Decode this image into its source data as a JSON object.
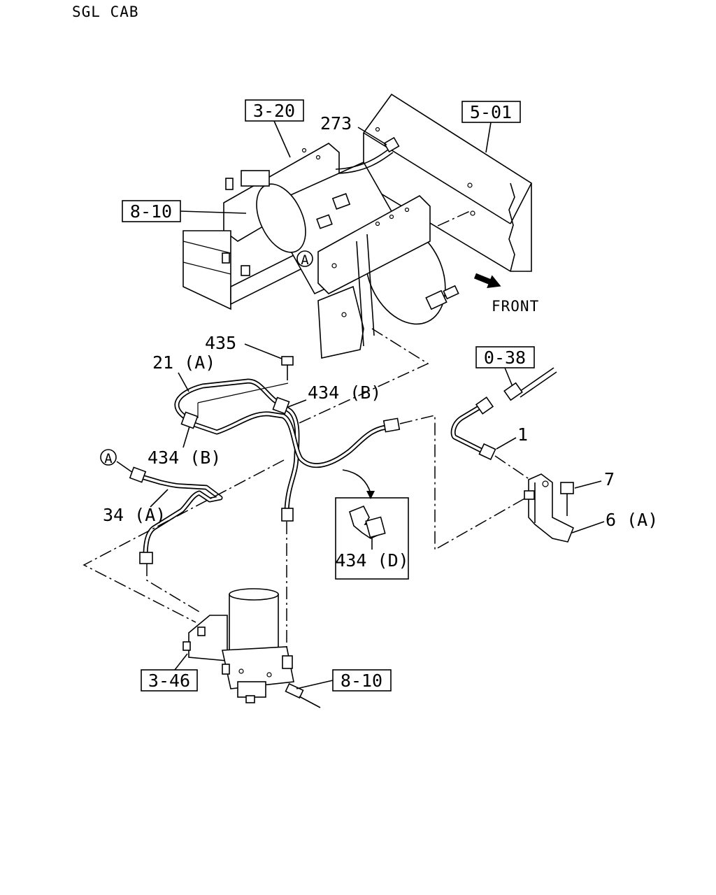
{
  "header": {
    "title": "SGL CAB"
  },
  "direction": {
    "label": "FRONT"
  },
  "ref_boxes": {
    "r320": "3-20",
    "r501": "5-01",
    "r810_top": "8-10",
    "r038": "0-38",
    "r346": "3-46",
    "r810_bottom": "8-10"
  },
  "callouts": {
    "c273": "273",
    "c435": "435",
    "c21a": "21 (A)",
    "c434b_right": "434 (B)",
    "c434b_left": "434 (B)",
    "c34a": "34 (A)",
    "c434d": "434 (D)",
    "c1": "1",
    "c7": "7",
    "c6a": "6 (A)"
  },
  "circle_markers": {
    "marker_top": "A",
    "marker_left": "A"
  }
}
